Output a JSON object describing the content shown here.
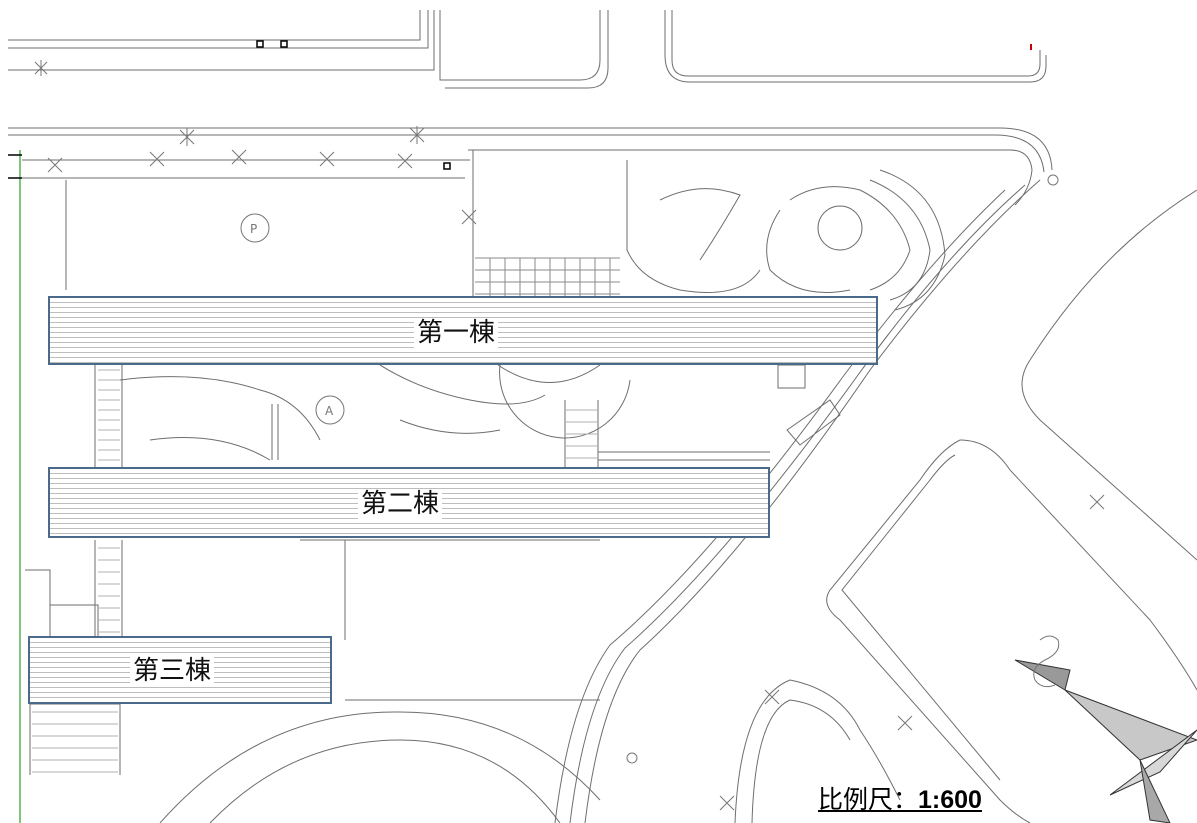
{
  "buildings": [
    {
      "id": "b1",
      "label": "第一棟"
    },
    {
      "id": "b2",
      "label": "第二棟"
    },
    {
      "id": "b3",
      "label": "第三棟"
    }
  ],
  "scale": {
    "label": "比例尺：",
    "value": "1:600"
  },
  "colors": {
    "building_border": "#4a6a8c",
    "linework": "#6e6e6e",
    "boundary_line": "#7ec87e",
    "marker": "#cc0000"
  },
  "icons": [
    "north-arrow-icon",
    "tree-symbol-icon",
    "parking-symbol-icon"
  ]
}
